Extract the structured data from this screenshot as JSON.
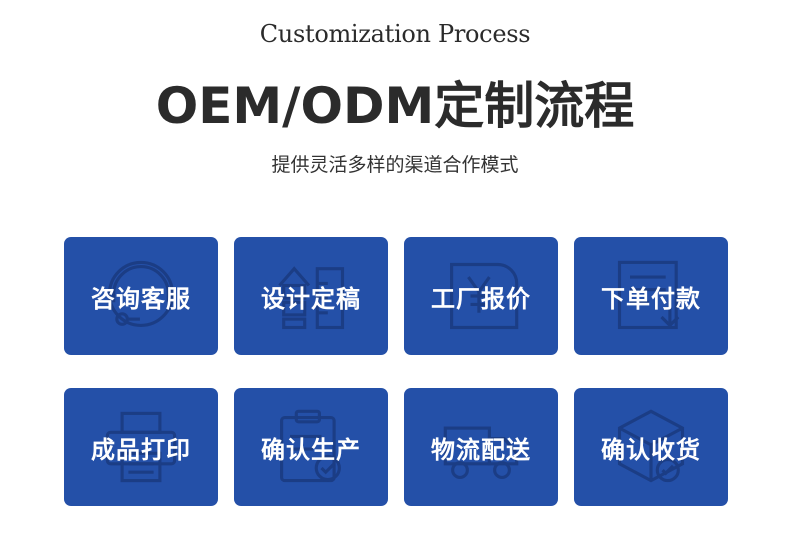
{
  "header": {
    "subtitle": "Customization Process",
    "title": "OEM/ODM定制流程",
    "tagline": "提供灵活多样的渠道合作模式"
  },
  "steps": [
    {
      "label": "咨询客服",
      "icon": "customer-service-headset-icon"
    },
    {
      "label": "设计定稿",
      "icon": "design-draft-icon"
    },
    {
      "label": "工厂报价",
      "icon": "factory-quote-yen-icon"
    },
    {
      "label": "下单付款",
      "icon": "order-payment-icon"
    },
    {
      "label": "成品打印",
      "icon": "printer-icon"
    },
    {
      "label": "确认生产",
      "icon": "clipboard-check-icon"
    },
    {
      "label": "物流配送",
      "icon": "delivery-truck-icon"
    },
    {
      "label": "确认收货",
      "icon": "package-box-icon"
    }
  ],
  "colors": {
    "card_bg": "#2450a8",
    "icon_line": "#1a3a80",
    "title_text": "#2b2b2b"
  }
}
